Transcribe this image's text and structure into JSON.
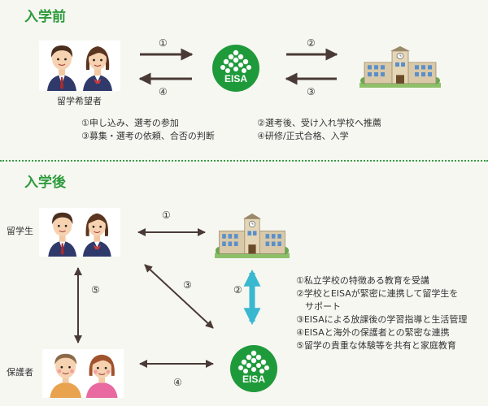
{
  "before": {
    "heading": "入学前",
    "students_label": "留学希望者",
    "steps": {
      "n1": "①",
      "n2": "②",
      "n3": "③",
      "n4": "④"
    },
    "notes_left": [
      "①申し込み、選考の参加",
      "③募集・選考の依頼、合否の判断"
    ],
    "notes_right": [
      "②選考後、受け入れ学校へ推薦",
      "④研修/正式合格、入学"
    ]
  },
  "after": {
    "heading": "入学後",
    "students_label": "留学生",
    "guardians_label": "保護者",
    "steps": {
      "n1": "①",
      "n2": "②",
      "n3": "③",
      "n4": "④",
      "n5": "⑤"
    },
    "notes": [
      "①私立学校の特徴ある教育を受講",
      "②学校とEISAが緊密に連携して留学生を",
      "　サポート",
      "③EISAによる放課後の学習指導と生活管理",
      "④EISAと海外の保護者との緊密な連携",
      "⑤留学の貴重な体験等を共有と家庭教育"
    ]
  },
  "logo": {
    "text": "EISA",
    "color": "#1f9a3a"
  },
  "colors": {
    "heading": "#2e9b3c",
    "arrow": "#4a3a36",
    "accent_arrow": "#39b8cf"
  },
  "icons": [
    "students-illustration",
    "school-building-icon",
    "eisa-logo",
    "parents-illustration"
  ]
}
